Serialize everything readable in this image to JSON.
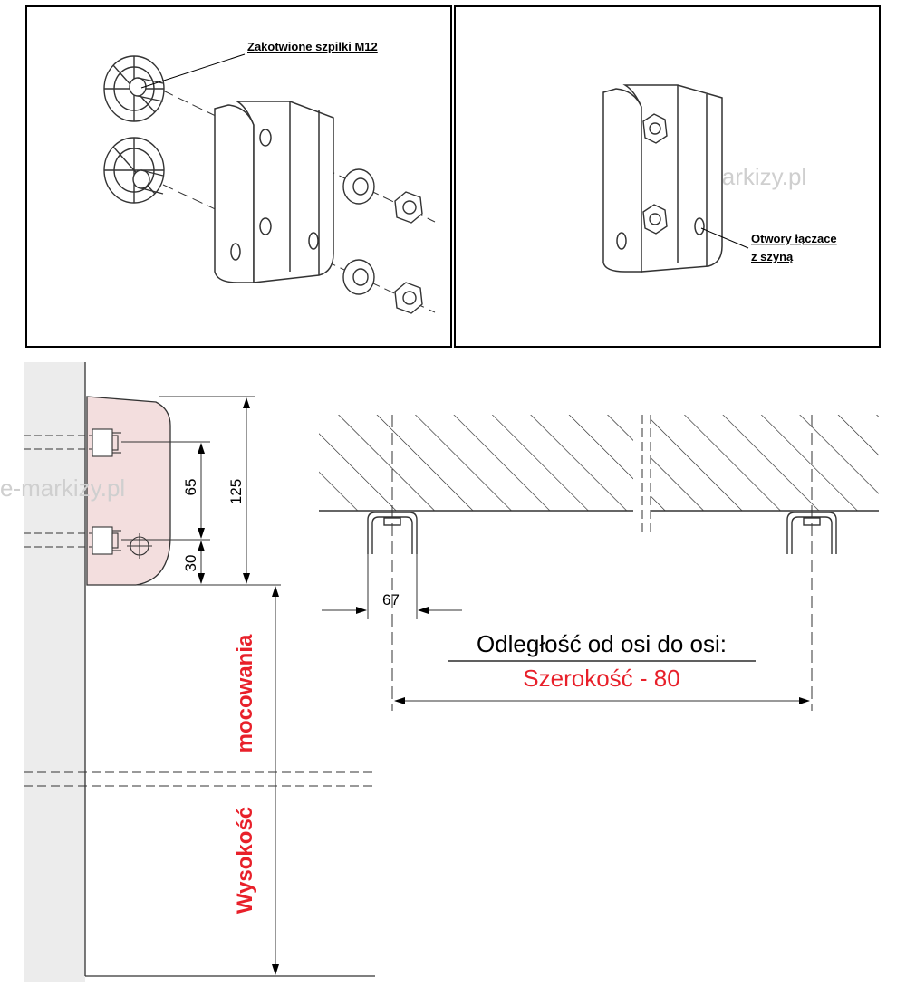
{
  "top_left_panel": {
    "callout": "Zakotwione szpilki M12"
  },
  "top_right_panel": {
    "callout_line1": "Otwory łączace",
    "callout_line2": "z szyną"
  },
  "bottom_left": {
    "dim_125": "125",
    "dim_65": "65",
    "dim_30": "30",
    "vertical_red_top": "mocowania",
    "vertical_red_bottom": "Wysokość"
  },
  "bottom_right": {
    "dim_67": "67",
    "axis_heading": "Odległość od osi do osi:",
    "axis_formula": "Szerokość - 80"
  },
  "watermarks": {
    "watermark_top": "e-markizy.pl",
    "watermark_left": "e-markizy.pl"
  },
  "colors": {
    "red_text": "#e8202a",
    "bracket_fill": "#f3dede",
    "wall_fill": "#ececec",
    "line": "#333333"
  }
}
